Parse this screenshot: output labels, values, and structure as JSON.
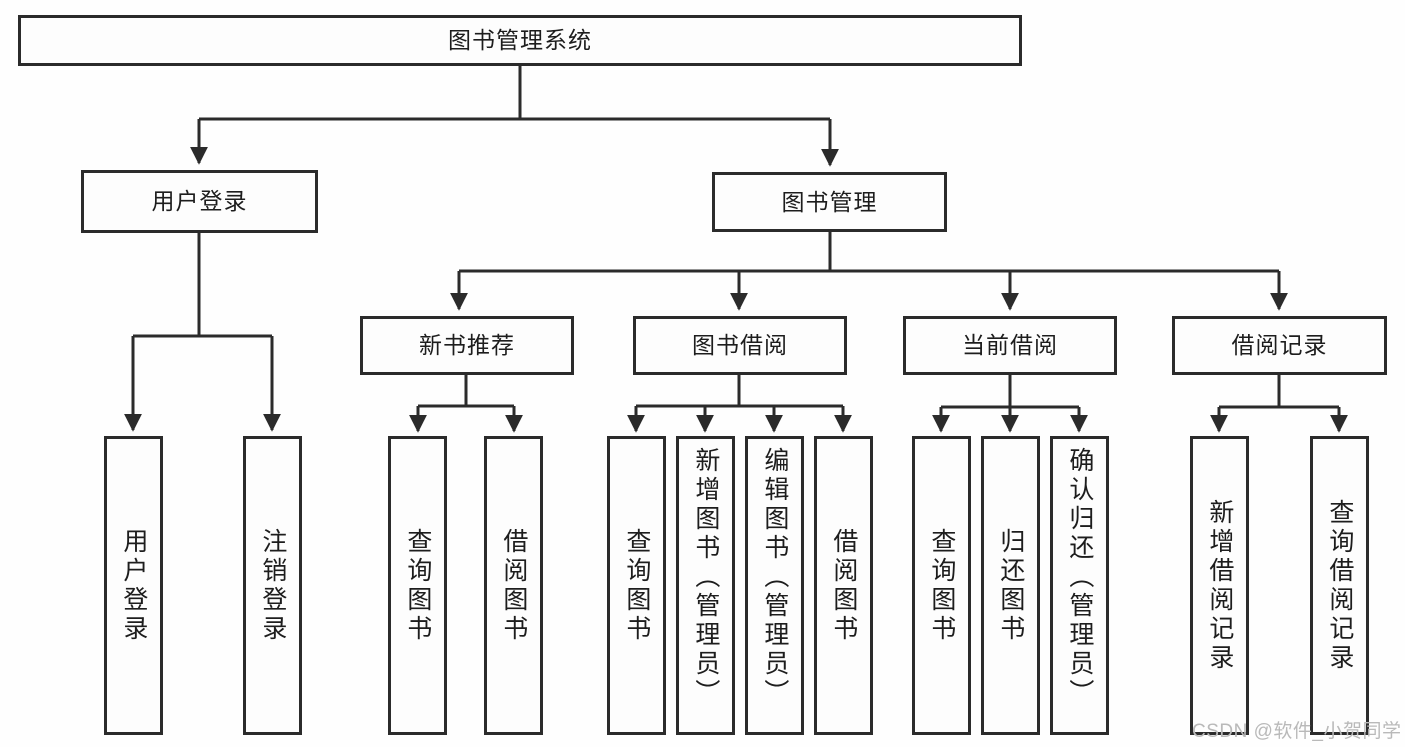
{
  "diagram": {
    "type": "tree-hierarchy-chart",
    "title": "图书管理系统",
    "colors": {
      "box_border": "#2b2b2b",
      "box_fill": "#fdfdfd",
      "line": "#2b2b2b",
      "text": "#1d1d1d",
      "watermark": "#b9b9b9",
      "canvas": "#fefefe"
    },
    "root": {
      "label": "图书管理系统"
    },
    "level2": [
      {
        "label": "用户登录"
      },
      {
        "label": "图书管理"
      }
    ],
    "level3": [
      {
        "label": "新书推荐"
      },
      {
        "label": "图书借阅"
      },
      {
        "label": "当前借阅"
      },
      {
        "label": "借阅记录"
      }
    ],
    "leaves": {
      "user_login": [
        {
          "label": "用户登录"
        },
        {
          "label": "注销登录"
        }
      ],
      "new_book_recommend": [
        {
          "label": "查询图书"
        },
        {
          "label": "借阅图书"
        }
      ],
      "book_borrow": [
        {
          "label": "查询图书"
        },
        {
          "label": "新增图书（管理员）"
        },
        {
          "label": "编辑图书（管理员）"
        },
        {
          "label": "借阅图书"
        }
      ],
      "current_borrow": [
        {
          "label": "查询图书"
        },
        {
          "label": "归还图书"
        },
        {
          "label": "确认归还（管理员）"
        }
      ],
      "borrow_record": [
        {
          "label": "新增借阅记录"
        },
        {
          "label": "查询借阅记录"
        }
      ]
    }
  },
  "watermark": {
    "text": "CSDN @软件_小贺同学"
  }
}
